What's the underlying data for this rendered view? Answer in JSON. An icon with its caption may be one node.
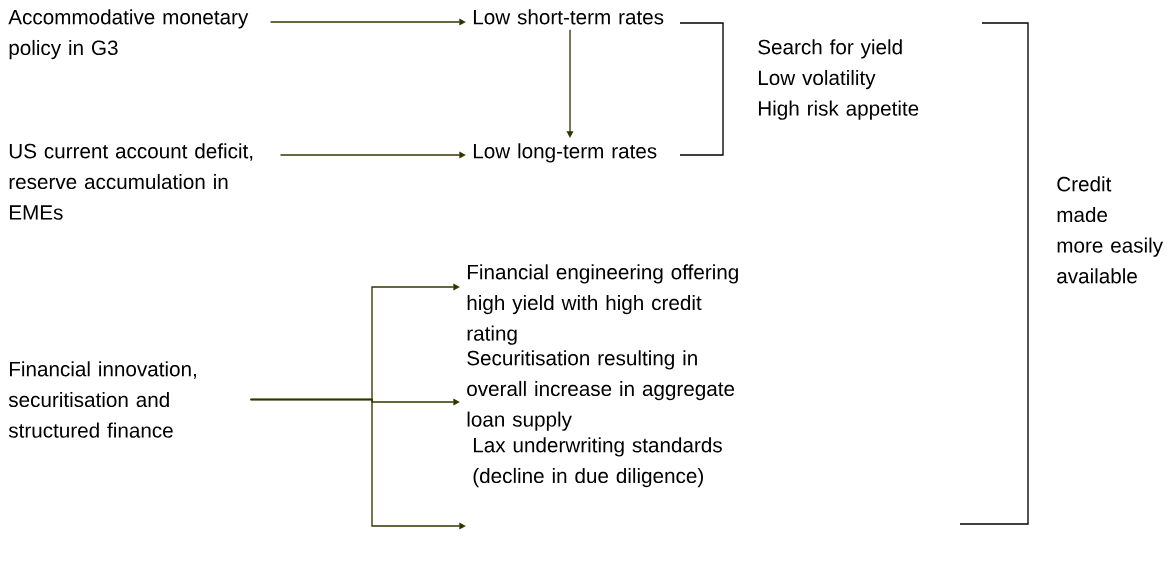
{
  "diagram": {
    "nodes": [
      {
        "text": [
          "Accommodative monetary policy in G3"
        ]
      },
      {
        "text": [
          "Low short-term rates"
        ]
      },
      {
        "text": [
          "US current account deficit, reserve accumulation in EMEs"
        ]
      },
      {
        "text": [
          "Low long-term rates"
        ]
      },
      {
        "text": [
          "Search for yield",
          "Low volatility",
          "High risk appetite"
        ]
      },
      {
        "text": [
          "Financial innovation, securitisation and structured finance"
        ]
      },
      {
        "text": [
          "Financial engineering offering high yield with high credit rating"
        ]
      },
      {
        "text": [
          "Securitisation resulting in overall increase in aggregate loan supply"
        ]
      },
      {
        "text": [
          "Lax underwriting standards (decline in due diligence)"
        ]
      },
      {
        "text": [
          "Credit made more easily available"
        ]
      }
    ],
    "edges": [
      {
        "from": 0,
        "to": 1,
        "arrow": "to"
      },
      {
        "from": 2,
        "to": 3,
        "arrow": "to"
      },
      {
        "from": 1,
        "to": 3,
        "arrow": "to"
      },
      {
        "from": 5,
        "to": 6,
        "arrow": "to"
      },
      {
        "from": 5,
        "to": 7,
        "arrow": "to"
      },
      {
        "from": 5,
        "to": 8,
        "arrow": "to"
      }
    ]
  }
}
